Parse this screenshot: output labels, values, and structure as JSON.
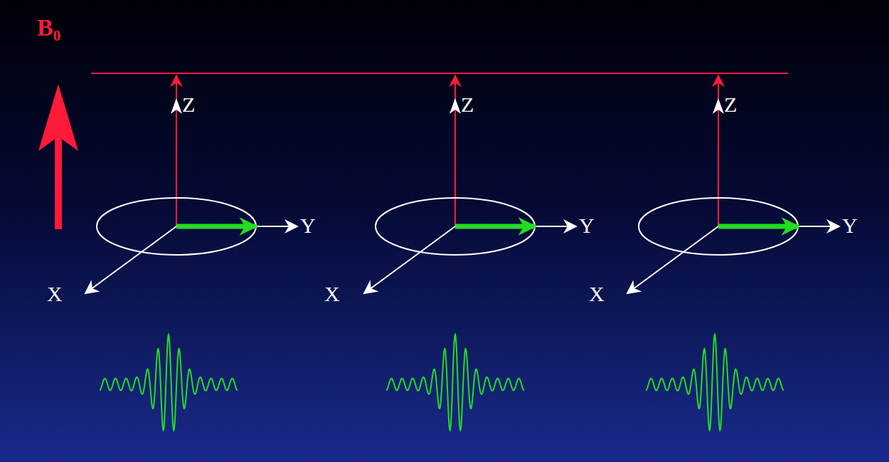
{
  "diagram": {
    "labels": [
      "B₀",
      "Z",
      "Y",
      "X",
      "Z",
      "Y",
      "X",
      "Z",
      "Y",
      "X"
    ]
  }
}
